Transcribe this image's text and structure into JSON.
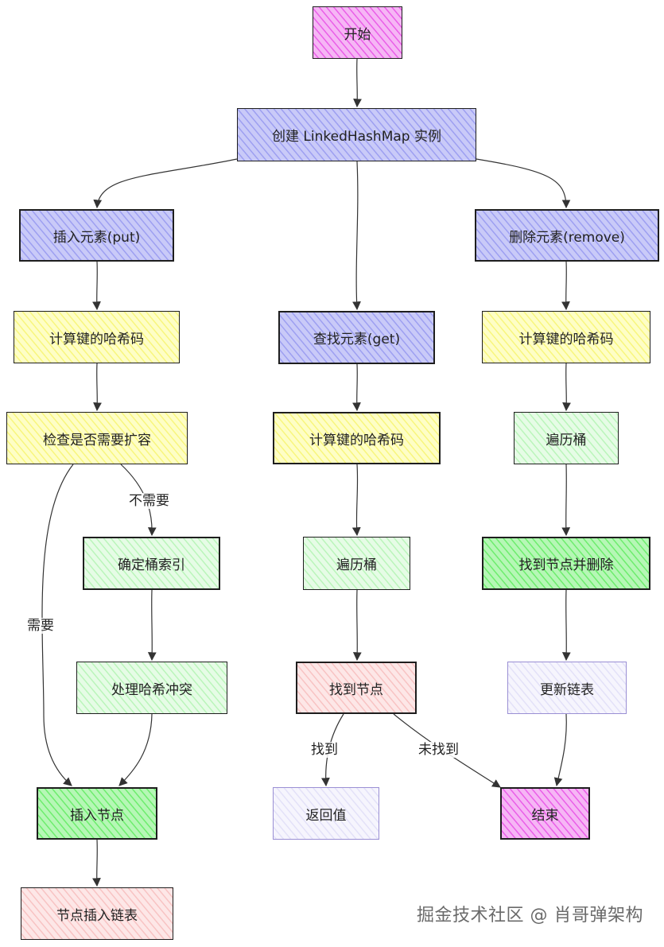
{
  "colors": {
    "pink": "#f082ee",
    "violet": "#b1b2f5",
    "yellow": "#fdfda2",
    "green_light": "#d2fad2",
    "green": "#8ff28f",
    "rose": "#fcd6d6",
    "lavender": "#efeefc"
  },
  "nodes": {
    "start": "开始",
    "create": "创建 LinkedHashMap 实例",
    "put": "插入元素(put)",
    "put_hash": "计算键的哈希码",
    "check_resize": "检查是否需要扩容",
    "bucket_index": "确定桶索引",
    "handle_collision": "处理哈希冲突",
    "insert_node": "插入节点",
    "insert_list": "节点插入链表",
    "get": "查找元素(get)",
    "get_hash": "计算键的哈希码",
    "get_traverse": "遍历桶",
    "found_node": "找到节点",
    "return_value": "返回值",
    "remove": "删除元素(remove)",
    "remove_hash": "计算键的哈希码",
    "remove_traverse": "遍历桶",
    "find_delete": "找到节点并删除",
    "update_list": "更新链表",
    "end": "结束"
  },
  "edge_labels": {
    "no_need": "不需要",
    "need": "需要",
    "found": "找到",
    "not_found": "未找到"
  },
  "watermark": "掘金技术社区 @ 肖哥弹架构"
}
